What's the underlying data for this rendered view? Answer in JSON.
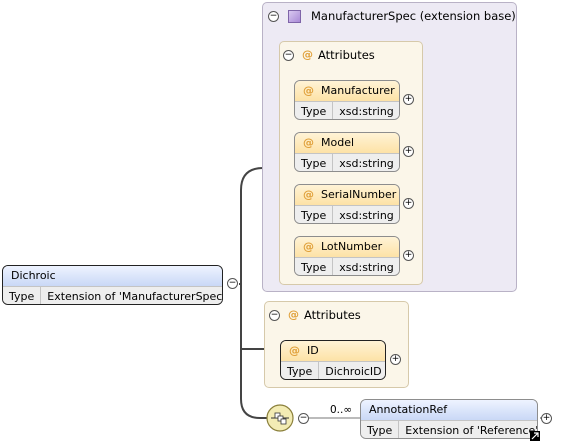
{
  "root_element": {
    "name": "Dichroic",
    "type_key": "Type",
    "type_value": "Extension of 'ManufacturerSpec'"
  },
  "extension_base": {
    "title": "ManufacturerSpec (extension base)",
    "attributes_title": "Attributes",
    "attributes": [
      {
        "name": "Manufacturer",
        "type_key": "Type",
        "type_value": "xsd:string"
      },
      {
        "name": "Model",
        "type_key": "Type",
        "type_value": "xsd:string"
      },
      {
        "name": "SerialNumber",
        "type_key": "Type",
        "type_value": "xsd:string"
      },
      {
        "name": "LotNumber",
        "type_key": "Type",
        "type_value": "xsd:string"
      }
    ]
  },
  "own_attributes": {
    "title": "Attributes",
    "attributes": [
      {
        "name": "ID",
        "type_key": "Type",
        "type_value": "DichroicID"
      }
    ]
  },
  "sequence": {
    "cardinality": "0..∞",
    "element": {
      "name": "AnnotationRef",
      "type_key": "Type",
      "type_value": "Extension of 'Reference'"
    }
  },
  "symbols": {
    "at": "@",
    "collapse": "−",
    "expand": "+"
  },
  "colors": {
    "extension_bg": "#edeaf4",
    "attributes_bg": "#fbf6e9",
    "attr_header": "#fde2a6",
    "element_header": "#c9d8f6",
    "at_sign": "#e0a03a"
  }
}
